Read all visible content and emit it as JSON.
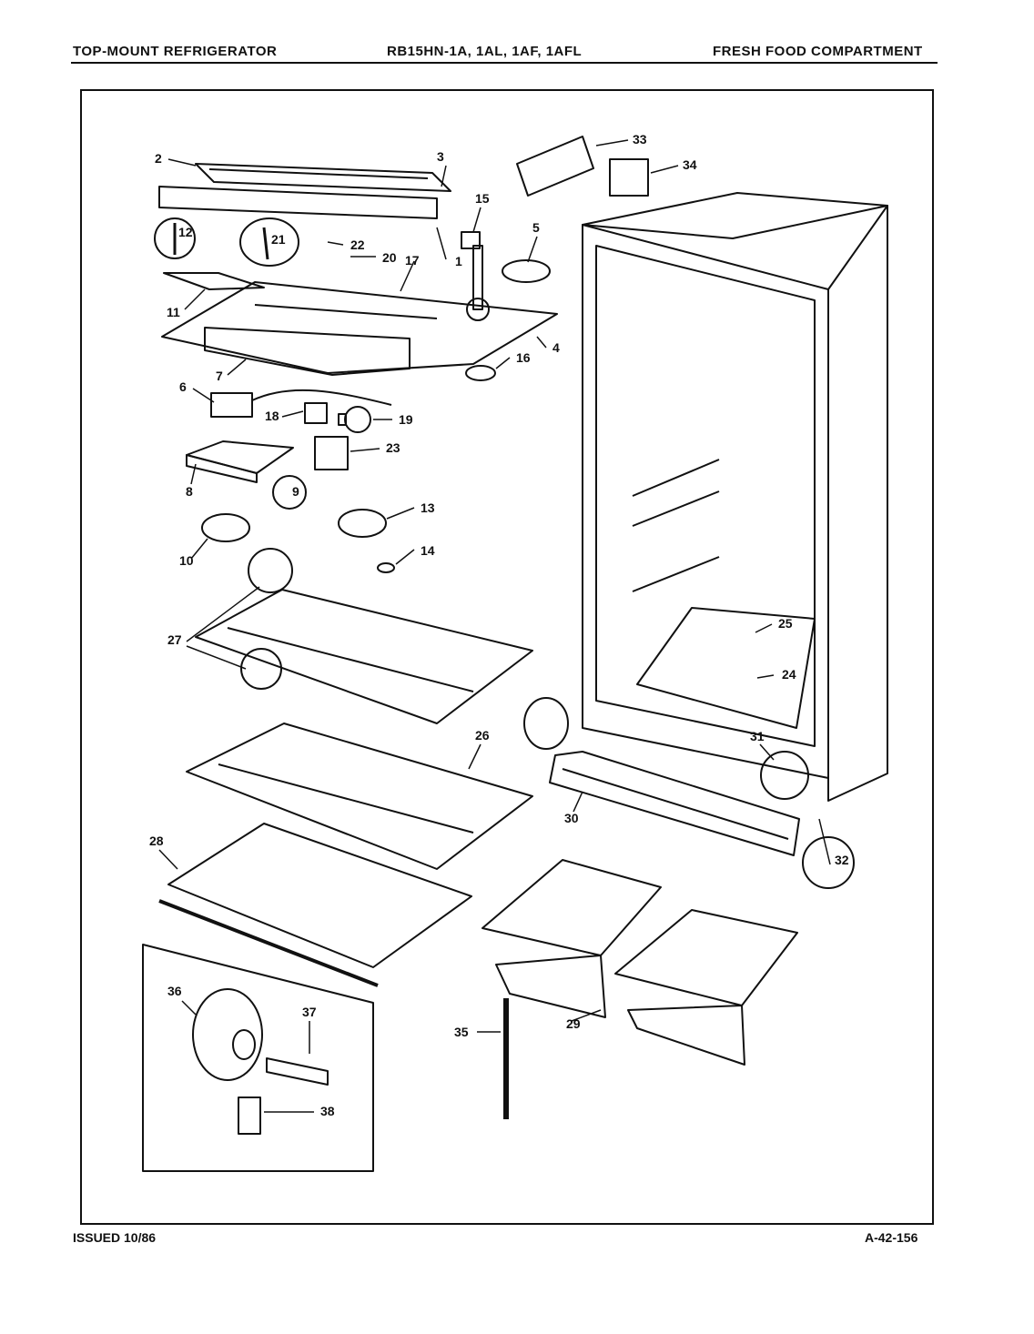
{
  "header": {
    "left": "TOP-MOUNT REFRIGERATOR",
    "center": "RB15HN-1A, 1AL, 1AF, 1AFL",
    "right": "FRESH FOOD COMPARTMENT"
  },
  "footer": {
    "issued": "ISSUED 10/86",
    "doc_number": "A-42-156"
  },
  "callouts": [
    "1",
    "2",
    "3",
    "4",
    "5",
    "6",
    "7",
    "8",
    "9",
    "10",
    "11",
    "12",
    "13",
    "14",
    "15",
    "16",
    "17",
    "18",
    "19",
    "20",
    "21",
    "22",
    "23",
    "24",
    "25",
    "26",
    "27",
    "28",
    "29",
    "30",
    "31",
    "32",
    "33",
    "34",
    "35",
    "36",
    "37",
    "38"
  ]
}
